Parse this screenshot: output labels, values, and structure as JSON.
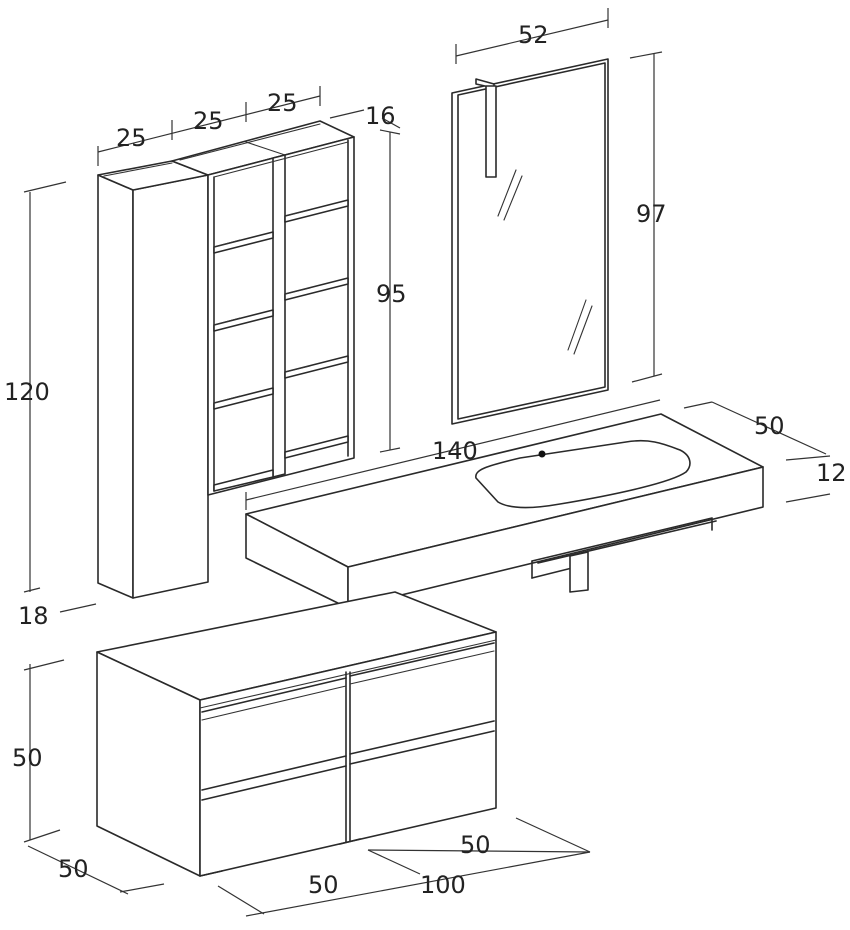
{
  "dimensions": {
    "tall_unit_width": "25",
    "shelf_1_width": "25",
    "shelf_2_width": "25",
    "shelf_depth": "16",
    "shelf_height": "95",
    "tall_unit_height": "120",
    "tall_unit_depth": "18",
    "mirror_width": "52",
    "mirror_height": "97",
    "top_length": "140",
    "top_depth": "50",
    "top_thickness": "12",
    "base_height": "50",
    "base_depth": "50",
    "base_right_width": "50",
    "base_left_width": "50",
    "base_total_width": "100"
  }
}
